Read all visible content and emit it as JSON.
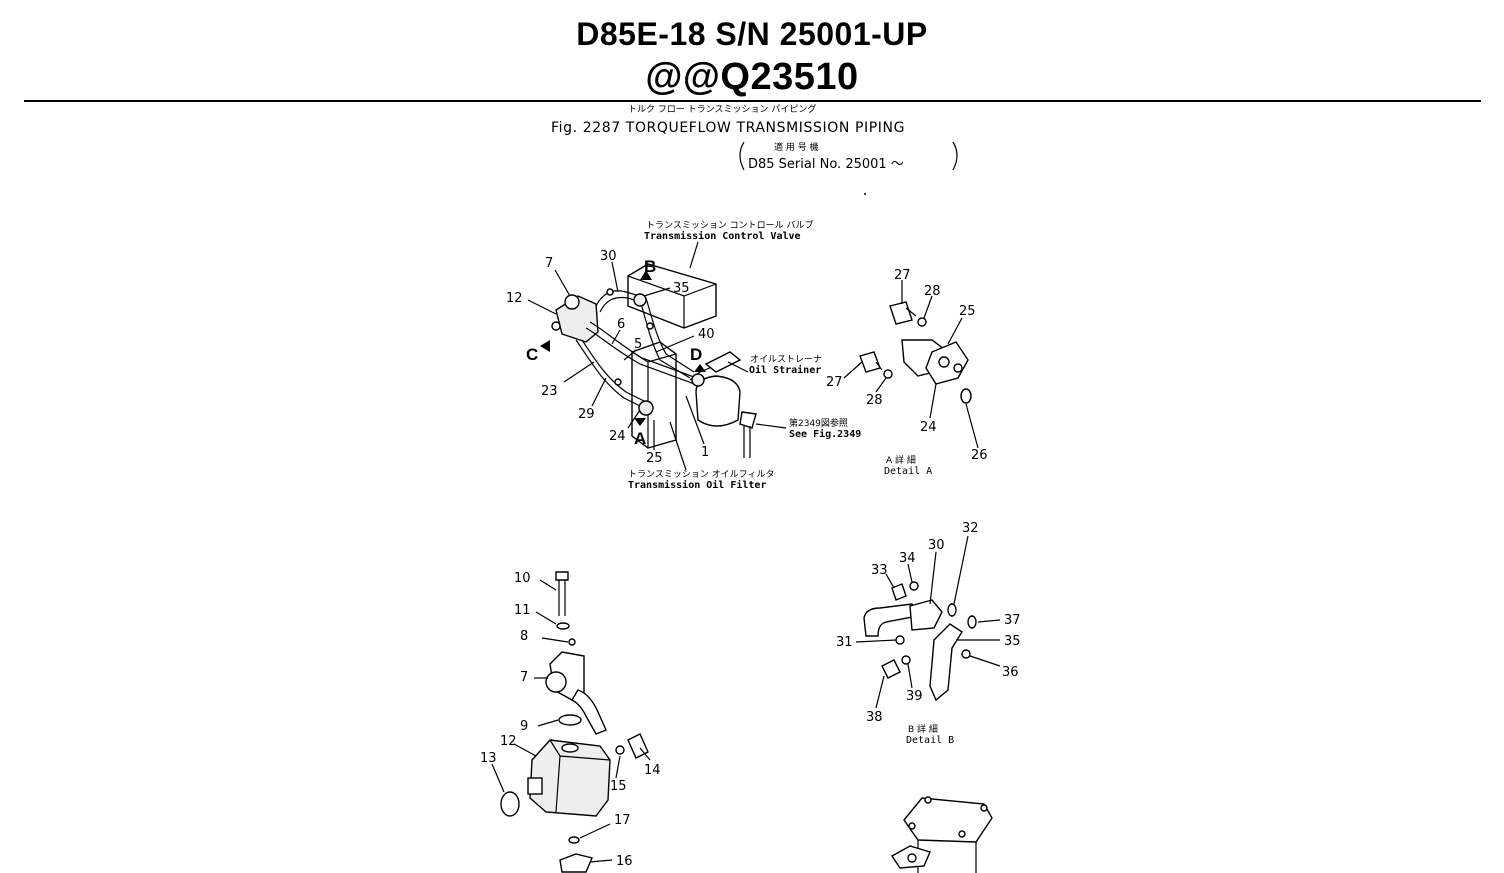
{
  "header": {
    "model": "D85E-18 S/N 25001-UP",
    "code": "@@Q23510"
  },
  "figure": {
    "title_jp": "トルク フロー  トランスミッション パイピング",
    "title": "Fig. 2287  TORQUEFLOW  TRANSMISSION  PIPING",
    "applic_jp": "適 用 号 機",
    "applic": "D85  Serial  No. 25001 ～"
  },
  "annotations": {
    "control_valve_jp": "トランスミッション コントロール バルブ",
    "control_valve": "Transmission Control Valve",
    "oil_strainer_jp": "オイルストレーナ",
    "oil_strainer": "Oil Strainer",
    "see_fig_jp": "第2349図参照",
    "see_fig": "See  Fig.2349",
    "oil_filter_jp": "トランスミッション オイルフィルタ",
    "oil_filter": "Transmission Oil Filter",
    "detail_a_jp": "A 詳 細",
    "detail_a": "Detail  A",
    "detail_b_jp": "B 詳 細",
    "detail_b": "Detail  B"
  },
  "callouts": {
    "main": [
      "7",
      "30",
      "12",
      "35",
      "6",
      "40",
      "5",
      "23",
      "29",
      "24",
      "25",
      "1"
    ],
    "views": [
      "A",
      "B",
      "C",
      "D"
    ],
    "detail_a": [
      "27",
      "28",
      "25",
      "27",
      "28",
      "24",
      "26"
    ],
    "detail_b": [
      "32",
      "34",
      "30",
      "33",
      "37",
      "31",
      "35",
      "36",
      "38",
      "39"
    ],
    "assembly": [
      "10",
      "11",
      "8",
      "7",
      "9",
      "12",
      "13",
      "14",
      "15",
      "17",
      "16"
    ]
  }
}
